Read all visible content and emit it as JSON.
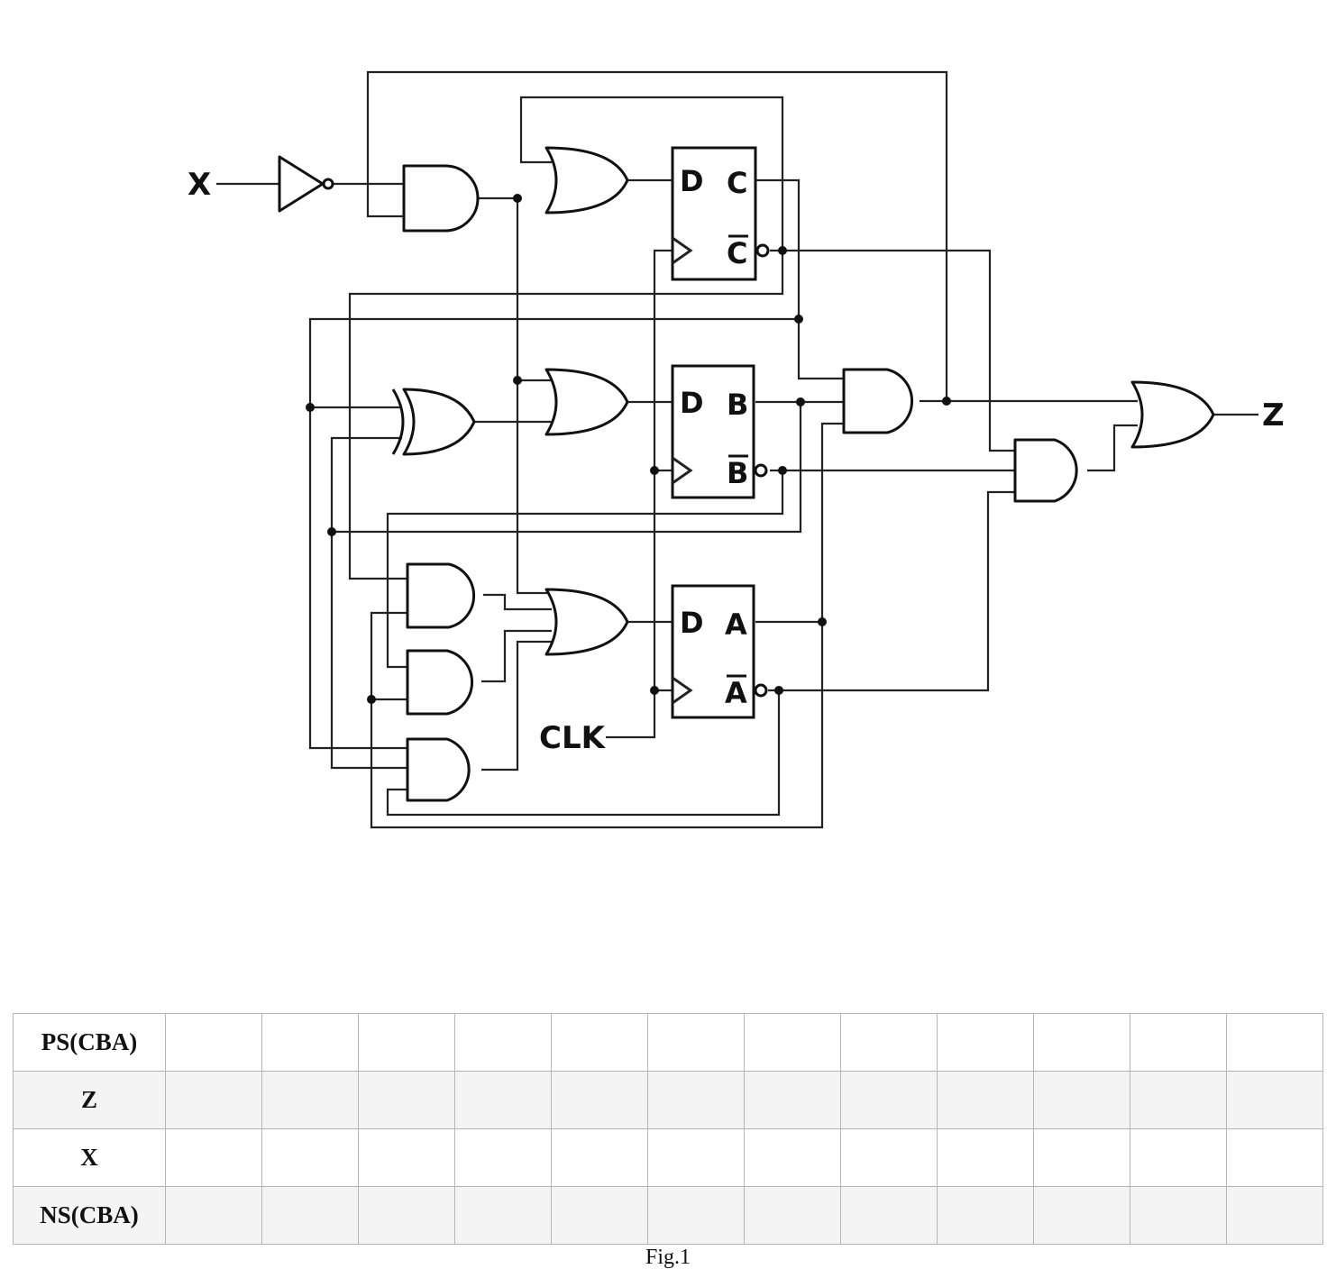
{
  "circuit": {
    "labels": {
      "input": "X",
      "output": "Z",
      "clock": "CLK"
    },
    "flip_flops": [
      {
        "name": "C",
        "d_label": "D",
        "q_label": "C",
        "q_bar_label": "C"
      },
      {
        "name": "B",
        "d_label": "D",
        "q_label": "B",
        "q_bar_label": "B"
      },
      {
        "name": "A",
        "d_label": "D",
        "q_label": "A",
        "q_bar_label": "A"
      }
    ]
  },
  "table": {
    "rows": [
      {
        "label": "PS(CBA)",
        "cells": [
          "",
          "",
          "",
          "",
          "",
          "",
          "",
          "",
          "",
          "",
          "",
          ""
        ]
      },
      {
        "label": "Z",
        "cells": [
          "",
          "",
          "",
          "",
          "",
          "",
          "",
          "",
          "",
          "",
          "",
          ""
        ]
      },
      {
        "label": "X",
        "cells": [
          "",
          "",
          "",
          "",
          "",
          "",
          "",
          "",
          "",
          "",
          "",
          ""
        ]
      },
      {
        "label": "NS(CBA)",
        "cells": [
          "",
          "",
          "",
          "",
          "",
          "",
          "",
          "",
          "",
          "",
          "",
          ""
        ]
      }
    ]
  },
  "caption": "Fig.1"
}
